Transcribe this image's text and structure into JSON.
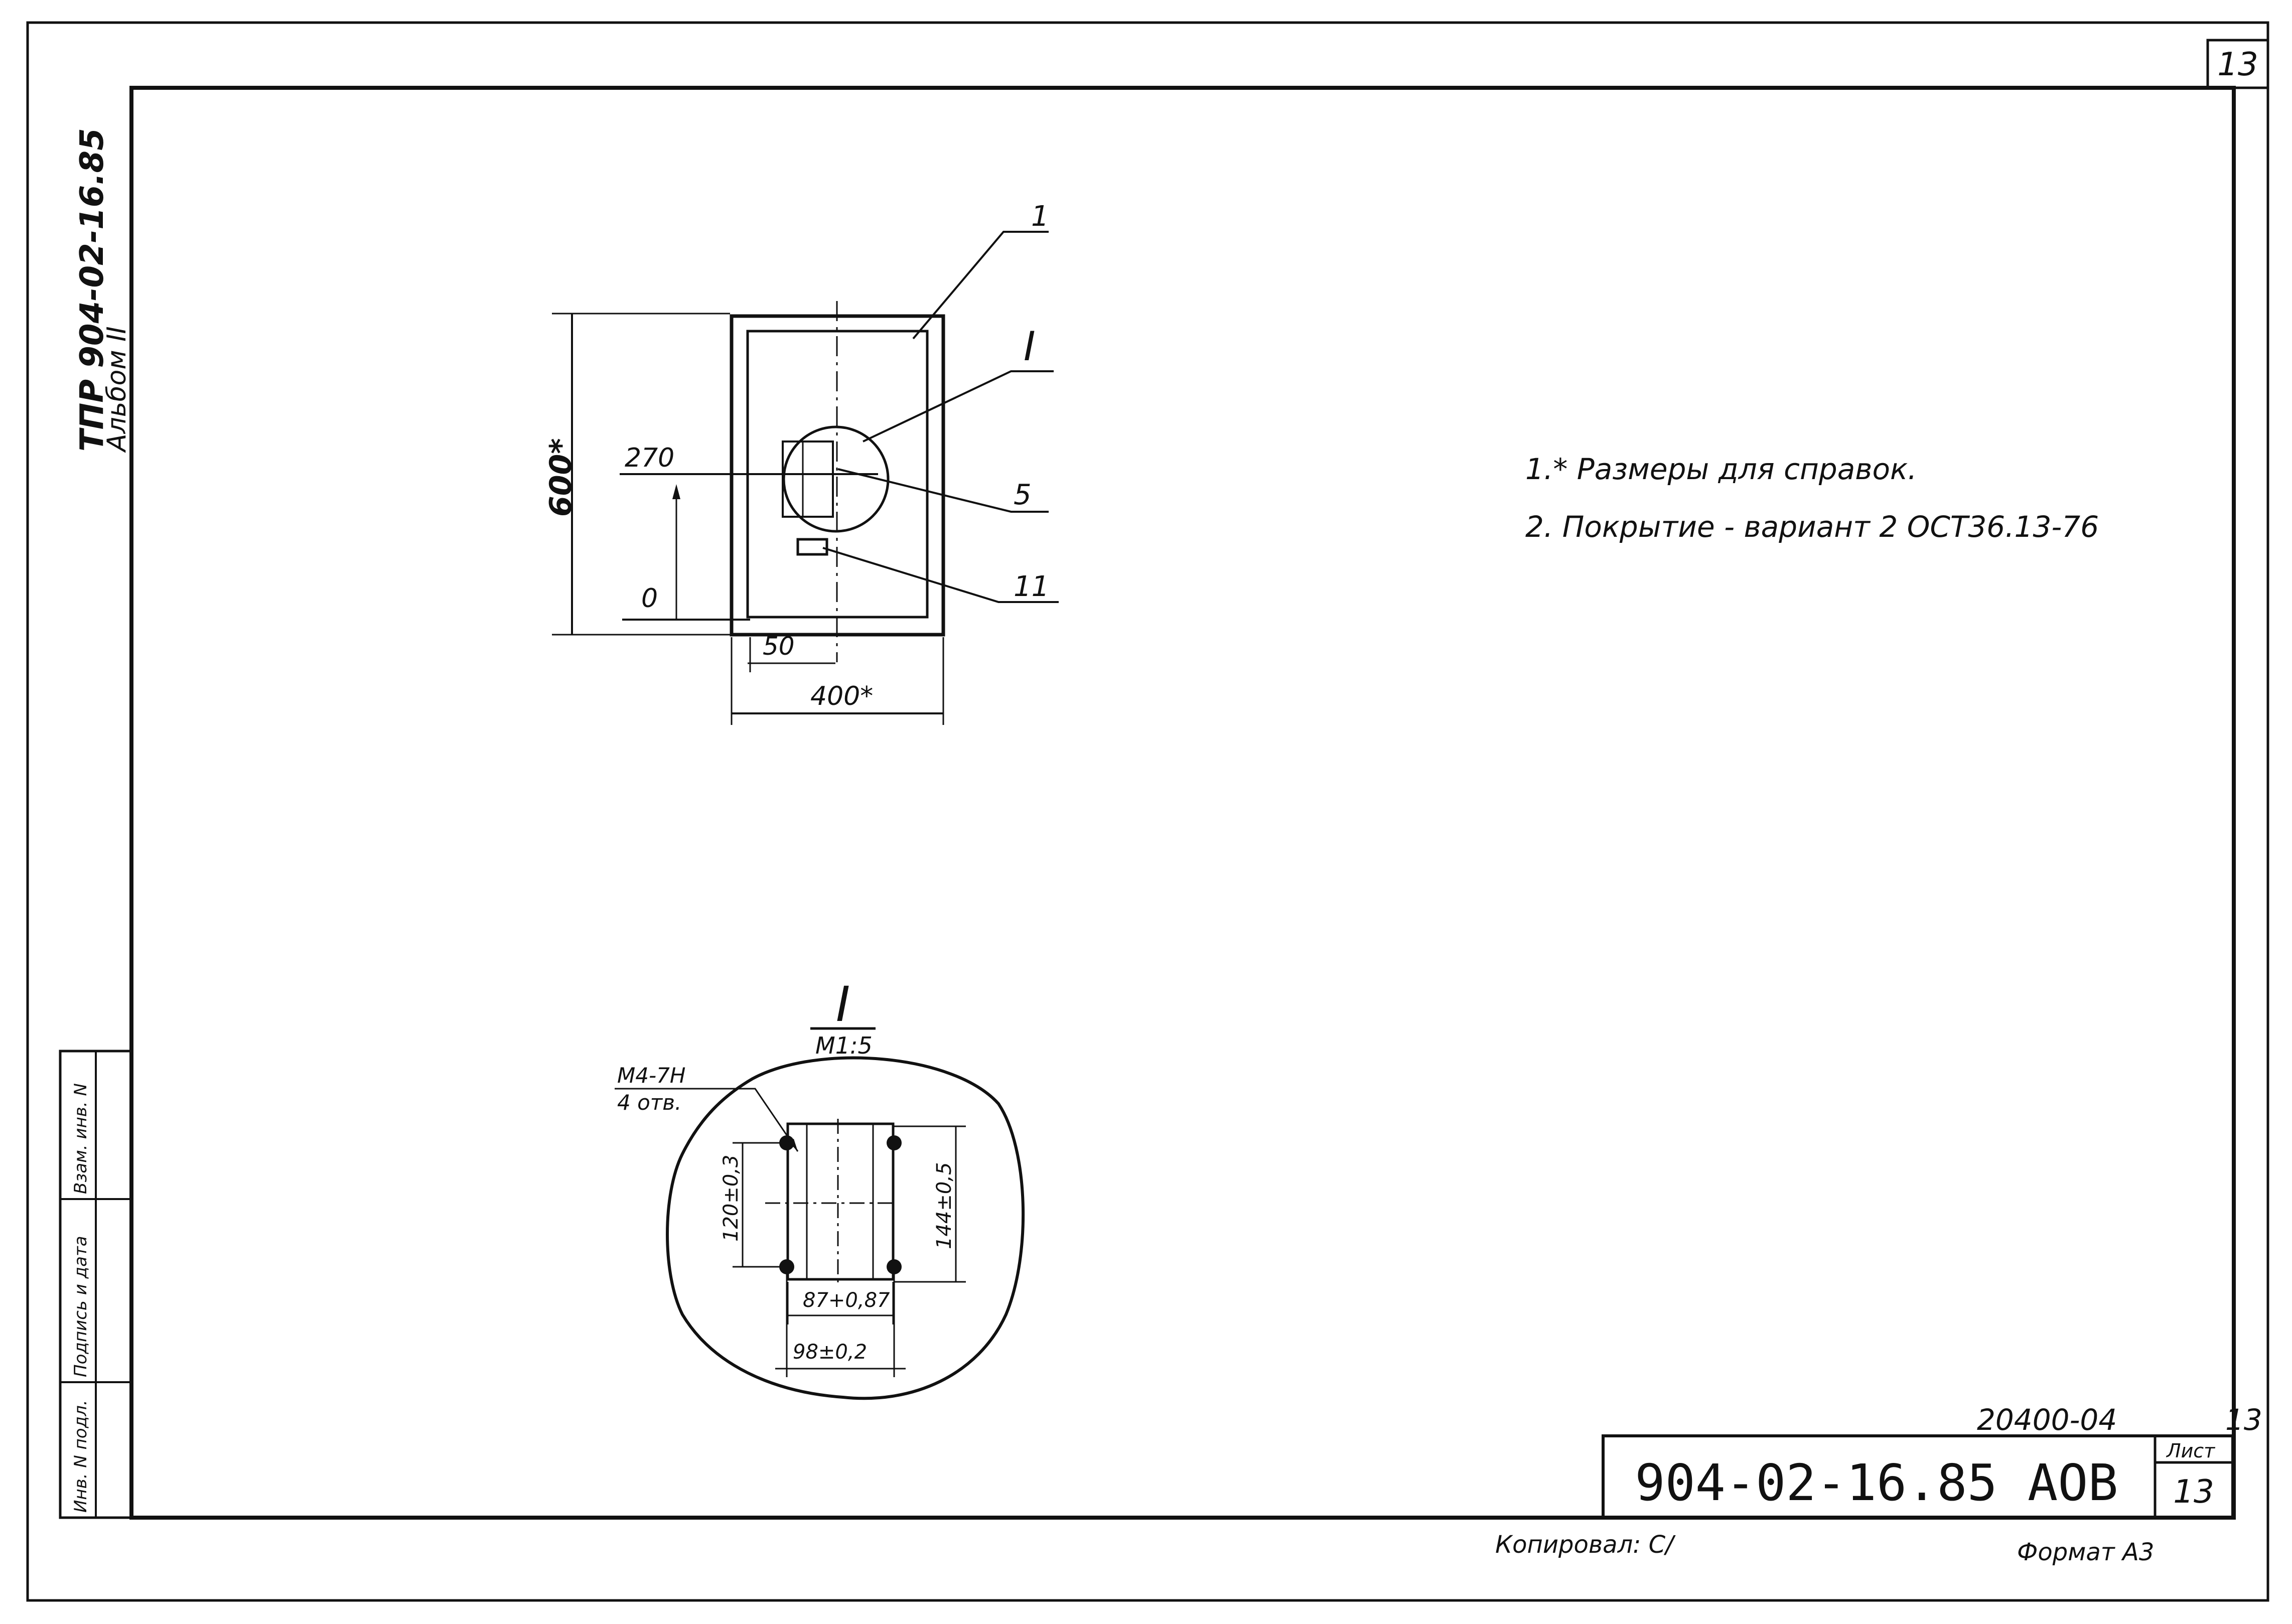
{
  "sheet": {
    "corner_number": "13",
    "side_title": "ТПР 904-02-16.85",
    "side_album": "Альбом II"
  },
  "stamp_columns": [
    "Инв. N подл.",
    "Подпись и дата",
    "Взам. инв. N"
  ],
  "view_main": {
    "callout_1": "1",
    "callout_I": "I",
    "callout_5": "5",
    "callout_11": "11",
    "dim_height": "600*",
    "dim_width": "400*",
    "dim_270": "270",
    "dim_0": "0",
    "dim_50": "50"
  },
  "detail_I": {
    "title": "I",
    "scale": "М1:5",
    "thread": "М4-7Н",
    "holes": "4 отв.",
    "dim_120": "120±0,3",
    "dim_144": "144±0,5",
    "dim_87": "87+0,87",
    "dim_98": "98±0,2"
  },
  "notes": [
    "1.* Размеры для справок.",
    "2. Покрытие - вариант 2 ОСТ36.13-76"
  ],
  "title_block": {
    "order_number": "20400-04",
    "sheet_number_top": "13",
    "designation": "904-02-16.85 АОВ",
    "sheet_label": "Лист",
    "sheet_number": "13"
  },
  "footer": {
    "copied_by": "Копировал: С/",
    "format": "Формат А3"
  }
}
